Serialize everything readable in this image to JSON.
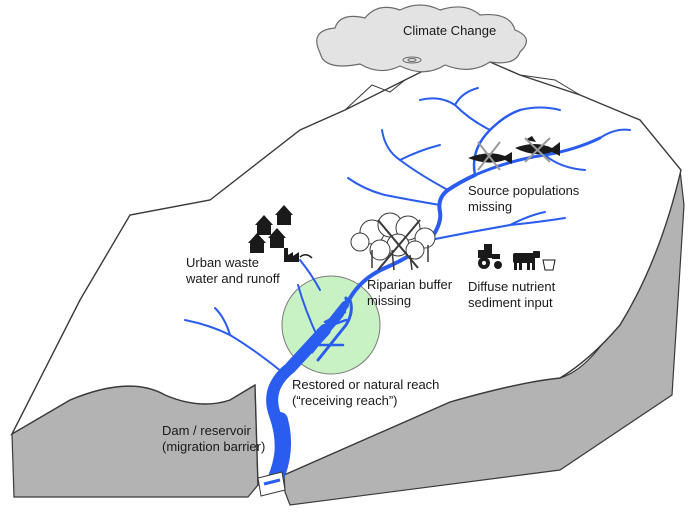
{
  "labels": {
    "climate": "Climate Change",
    "source_line1": "Source populations",
    "source_line2": "missing",
    "urban_line1": "Urban waste",
    "urban_line2": "water and  runoff",
    "riparian_line1": "Riparian buffer",
    "riparian_line2": "missing",
    "diffuse_line1": "Diffuse nutrient",
    "diffuse_line2": "sediment input",
    "restored_line1": "Restored or natural reach",
    "restored_line2": "(“receiving reach”)",
    "dam_line1": "Dam / reservoir",
    "dam_line2": "(migration barrier)"
  },
  "colors": {
    "river": "#2a5cf0",
    "terrain_top": "#ffffff",
    "terrain_side": "#b3b3b3",
    "restored_circle": "#c9f2c4",
    "cloud": "#e3e3e3",
    "outline": "#3a3a3a"
  },
  "icons": [
    "cloud-icon",
    "tornado-icon",
    "fish-crossed-icon",
    "tree-cluster-crossed-icon",
    "house-icon",
    "factory-icon",
    "tractor-icon",
    "cow-icon",
    "dam-icon"
  ]
}
